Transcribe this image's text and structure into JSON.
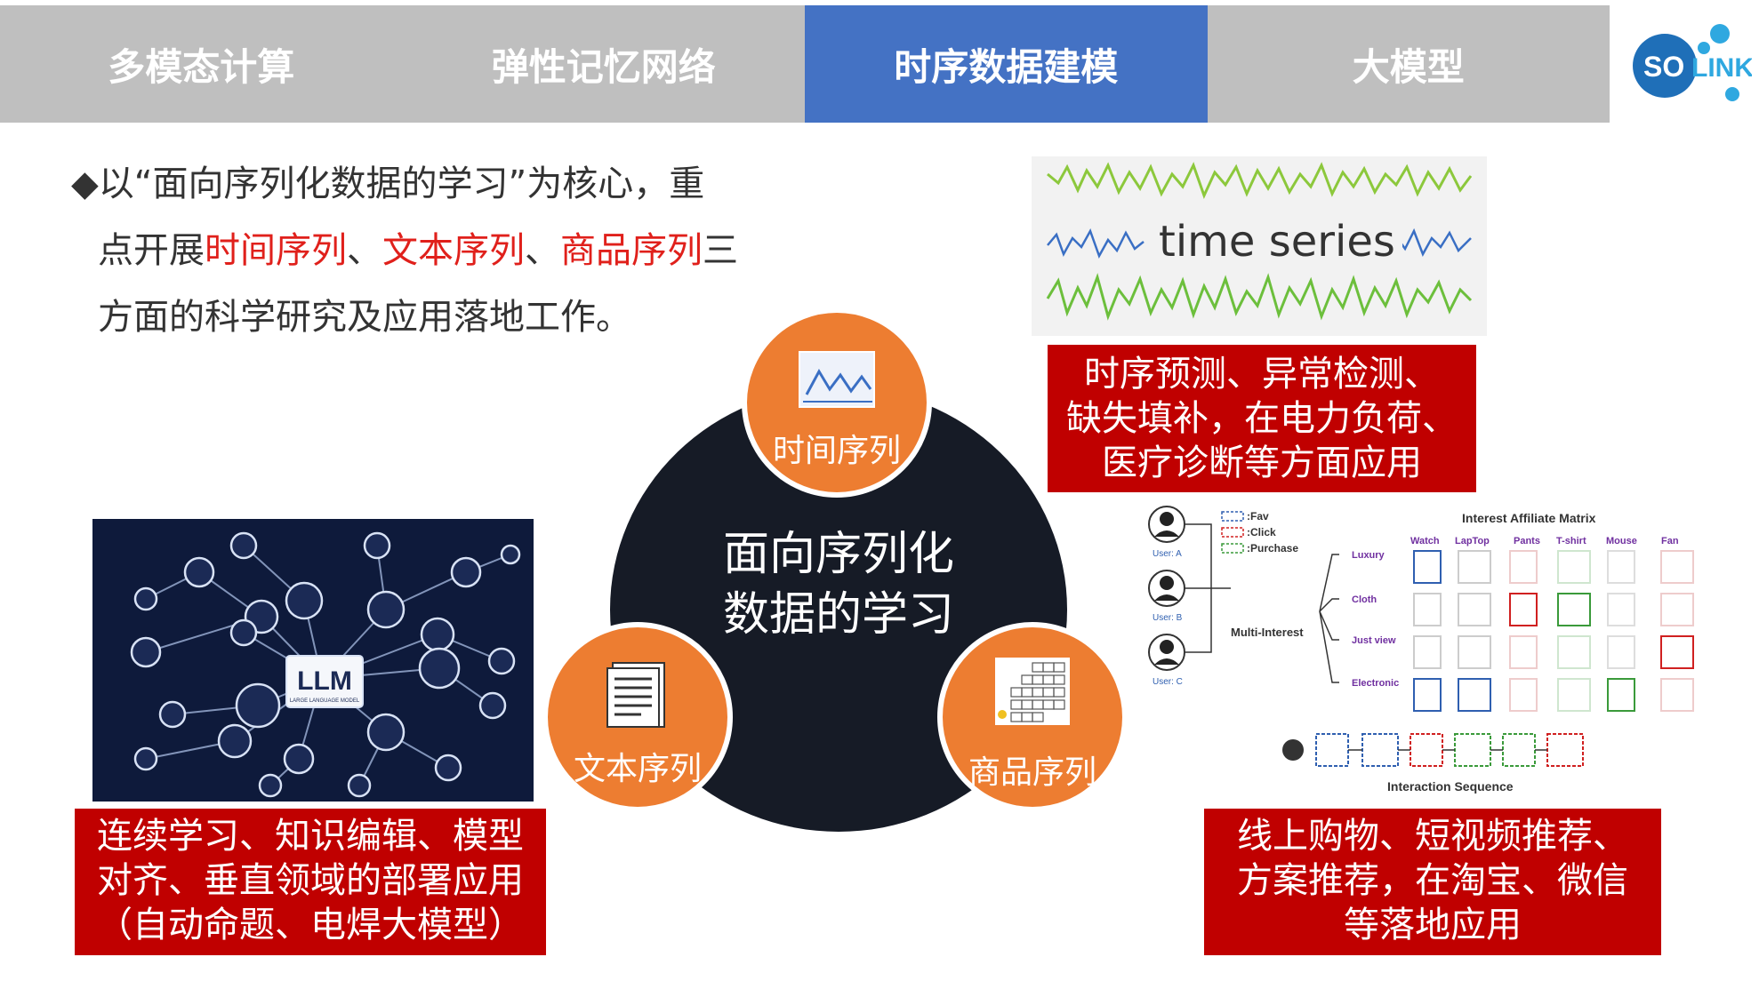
{
  "tabs": [
    {
      "label": "多模态计算",
      "active": false
    },
    {
      "label": "弹性记忆网络",
      "active": false
    },
    {
      "label": "时序数据建模",
      "active": true
    },
    {
      "label": "大模型",
      "active": false
    }
  ],
  "logo": {
    "text_left": "SO",
    "text_right": "LINK"
  },
  "intro": {
    "bullet": "◆",
    "line1": "以“面向序列化数据的学习”为核心，重",
    "line2_pre": "点开展",
    "line2_red1": "时间序列",
    "line2_sep1": "、",
    "line2_red2": "文本序列",
    "line2_sep2": "、",
    "line2_red3": "商品序列",
    "line2_post": "三",
    "line3": "方面的科学研究及应用落地工作。"
  },
  "time_series_image": {
    "label": "time series"
  },
  "center": {
    "line1": "面向序列化",
    "line2": "数据的学习"
  },
  "orbs": {
    "time": "时间序列",
    "text": "文本序列",
    "goods": "商品序列"
  },
  "boxes": {
    "time": [
      "时序预测、异常检测、",
      "缺失填补，在电力负荷、",
      "医疗诊断等方面应用"
    ],
    "llm": [
      "连续学习、知识编辑、模型",
      "对齐、垂直领域的部署应用",
      "（自动命题、电焊大模型）"
    ],
    "goods": [
      "线上购物、短视频推荐、",
      "方案推荐，在淘宝、微信",
      "等落地应用"
    ]
  },
  "llm_image": {
    "title": "LLM",
    "subtitle": "LARGE LANGUAGE MODEL"
  },
  "rec_diagram": {
    "matrix_title": "Interest Affiliate Matrix",
    "legend": [
      ":Fav",
      ":Click",
      ":Purchase"
    ],
    "users": [
      "User: A",
      "User: B",
      "User: C"
    ],
    "multi_interest": "Multi-Interest",
    "interests": [
      "Luxury",
      "Cloth",
      "Just view",
      "Electronic"
    ],
    "columns": [
      "Watch",
      "LapTop",
      "Pants",
      "T-shirt",
      "Mouse",
      "Fan"
    ],
    "sequence_label": "Interaction Sequence"
  },
  "colors": {
    "accent_blue": "#4472c4",
    "tab_gray": "#bfbfbf",
    "orange": "#ed7d31",
    "dark": "#161b26",
    "red": "#c00000"
  }
}
